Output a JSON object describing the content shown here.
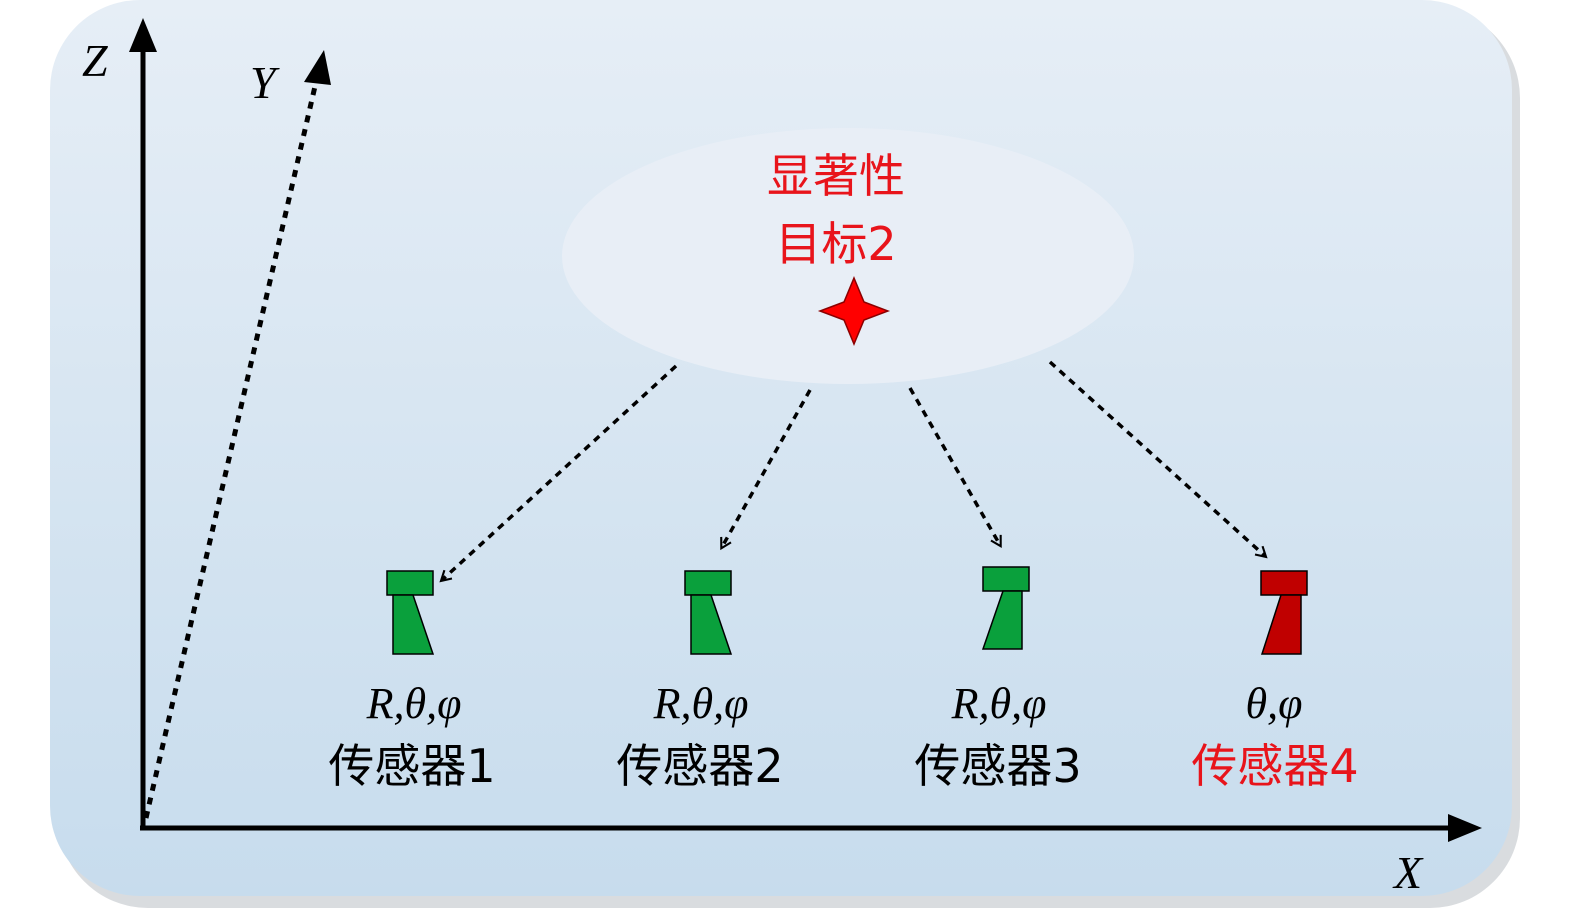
{
  "axes": {
    "x_label": "X",
    "y_label": "Y",
    "z_label": "Z"
  },
  "target": {
    "line1": "显著性",
    "line2": "目标2",
    "color": "#e8141b"
  },
  "sensors": [
    {
      "params": "R,θ,φ",
      "name": "传感器1",
      "color": "#0aa03c",
      "name_color": "#000000"
    },
    {
      "params": "R,θ,φ",
      "name": "传感器2",
      "color": "#0aa03c",
      "name_color": "#000000"
    },
    {
      "params": "R,θ,φ",
      "name": "传感器3",
      "color": "#0aa03c",
      "name_color": "#000000"
    },
    {
      "params": "θ,φ",
      "name": "传感器4",
      "color": "#c00000",
      "name_color": "#e8141b"
    }
  ],
  "colors": {
    "panel_top": "#e6eef6",
    "panel_bottom": "#c7dced",
    "ellipse": "#e8eef6"
  }
}
